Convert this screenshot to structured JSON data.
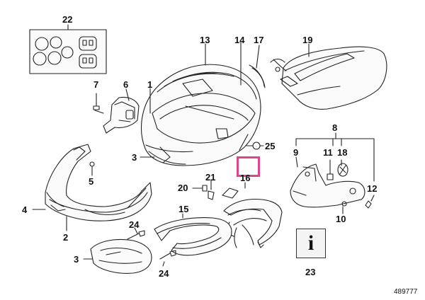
{
  "callouts": [
    {
      "id": "22",
      "label": "22"
    },
    {
      "id": "13",
      "label": "13"
    },
    {
      "id": "14",
      "label": "14"
    },
    {
      "id": "17",
      "label": "17"
    },
    {
      "id": "19",
      "label": "19"
    },
    {
      "id": "7",
      "label": "7"
    },
    {
      "id": "6",
      "label": "6"
    },
    {
      "id": "1",
      "label": "1"
    },
    {
      "id": "3a",
      "label": "3"
    },
    {
      "id": "5",
      "label": "5"
    },
    {
      "id": "4",
      "label": "4"
    },
    {
      "id": "2",
      "label": "2"
    },
    {
      "id": "25",
      "label": "25"
    },
    {
      "id": "8",
      "label": "8"
    },
    {
      "id": "9",
      "label": "9"
    },
    {
      "id": "11",
      "label": "11"
    },
    {
      "id": "18",
      "label": "18"
    },
    {
      "id": "12",
      "label": "12"
    },
    {
      "id": "10",
      "label": "10"
    },
    {
      "id": "16",
      "label": "16"
    },
    {
      "id": "21",
      "label": "21"
    },
    {
      "id": "20",
      "label": "20"
    },
    {
      "id": "15",
      "label": "15"
    },
    {
      "id": "24a",
      "label": "24"
    },
    {
      "id": "24b",
      "label": "24"
    },
    {
      "id": "3b",
      "label": "3"
    },
    {
      "id": "23",
      "label": "23"
    }
  ],
  "info_symbol": "i",
  "diagram_code": "489777",
  "colors": {
    "line": "#222222",
    "highlight": "#e0448a",
    "fill": "#f4f4f4"
  }
}
